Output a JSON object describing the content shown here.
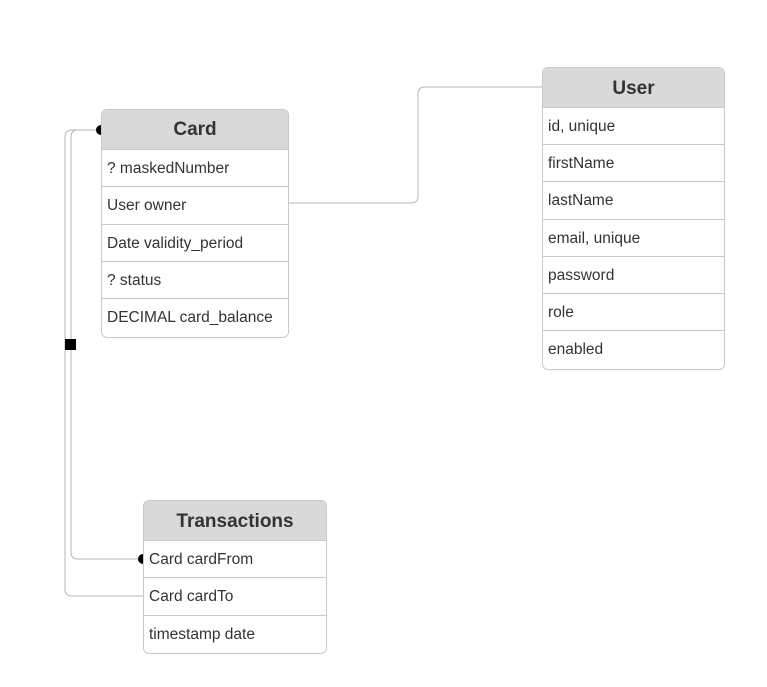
{
  "entities": {
    "card": {
      "title": "Card",
      "fields": [
        "? maskedNumber",
        "User owner",
        "Date validity_period",
        "? status",
        "DECIMAL card_balance"
      ]
    },
    "user": {
      "title": "User",
      "fields": [
        "id, unique",
        "firstName",
        "lastName",
        "email, unique",
        "password",
        "role",
        "enabled"
      ]
    },
    "transactions": {
      "title": "Transactions",
      "fields": [
        "Card cardFrom",
        "Card cardTo",
        "timestamp date"
      ]
    }
  },
  "colors": {
    "header_bg": "#d9d9d9",
    "border": "#c9c9c9",
    "text": "#333333",
    "connector": "#b5b5b5",
    "marker": "#000000"
  }
}
